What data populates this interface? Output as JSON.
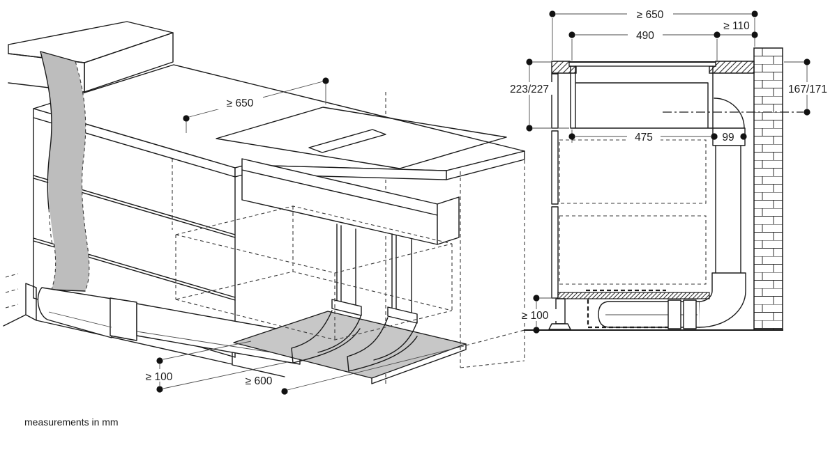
{
  "caption": "measurements in mm",
  "colors": {
    "line": "#1a1a1a",
    "shade_band": "#bdbdbd",
    "floor_panel": "#c7c7c7",
    "background": "#ffffff"
  },
  "iso_view": {
    "dims": {
      "wall_clearance": "≥ 650",
      "plinth_height": "≥ 100",
      "front_clearance": "≥ 600"
    }
  },
  "section_view": {
    "dims": {
      "total_clearance": "≥ 650",
      "cutout_width": "490",
      "right_clearance": "≥ 110",
      "front_height": "223/227",
      "duct_axis_height": "167/171",
      "appliance_depth": "475",
      "duct_depth": "99",
      "plinth_height": "≥ 100"
    }
  }
}
